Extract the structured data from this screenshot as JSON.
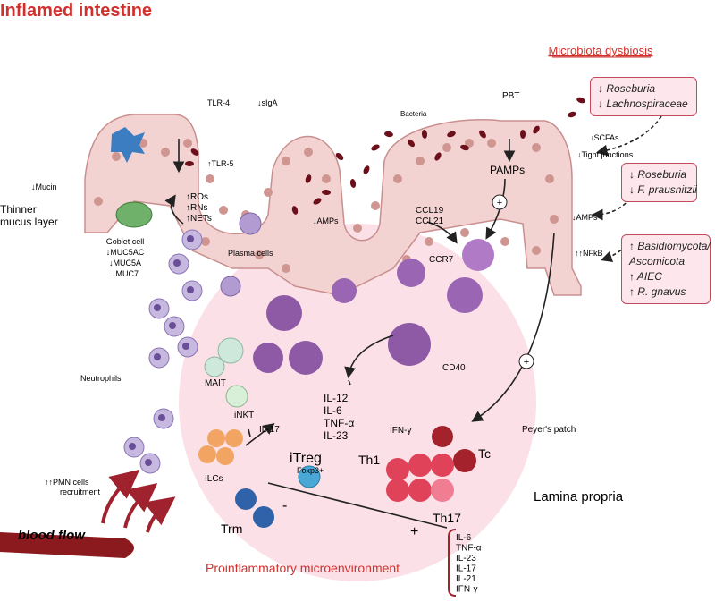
{
  "title": "Inflamed intestine",
  "microbiota_heading": "Microbiota dysbiosis",
  "dysbiosis_boxes": [
    {
      "lines": [
        "↓ Roseburia",
        "↓ Lachnospiraceae"
      ]
    },
    {
      "lines": [
        "↓ Roseburia",
        "↓ F. prausnitzii"
      ]
    },
    {
      "lines": [
        "↑ Basidiomycota/",
        "Ascomicota",
        "↑ AIEC",
        "↑ R. gnavus"
      ]
    }
  ],
  "labels": {
    "tlr4": "TLR-4",
    "siga": "↓sIgA",
    "tlr5": "↑TLR-5",
    "bacteria": "Bacteria",
    "pbt": "PBT",
    "pamps": "PAMPs",
    "scfas": "↓SCFAs",
    "tight_junctions": "↓Tight junctions",
    "amps_right": "↓AMPs",
    "nfkb": "↑↑NFkB",
    "mucin": "↓Mucin",
    "thinner_mucus": "Thinner mucus layer",
    "goblet_cell": "Goblet cell",
    "muc5ac": "↓MUC5AC",
    "muc5a": "↓MUC5A",
    "muc7": "↓MUC7",
    "ros": "↑ROs",
    "rns": "↑RNs",
    "nets": "↑NETs",
    "plasma_cells": "Plasma cells",
    "amps_center": "↓AMPs",
    "ccl19": "CCL19",
    "ccl21": "CCL21",
    "ccr7": "CCR7",
    "cd40": "CD40",
    "neutrophils": "Neutrophils",
    "mait": "MAIT",
    "inkt": "iNKT",
    "il17": "IL-17",
    "ilcs": "ILCs",
    "itreg": "iTreg",
    "foxp3": "Foxp3+",
    "trm": "Trm",
    "minus": "-",
    "plus": "+",
    "th1": "Th1",
    "tc": "Tc",
    "th17": "Th17",
    "ifng": "IFN-γ",
    "peyers_patch": "Peyer's patch",
    "lamina_propria": "Lamina propria",
    "pmn": "↑↑PMN cells recruitment",
    "blood_flow": "blood flow",
    "proinflammatory": "Proinflammatory microenvironment",
    "plus_sign": "+"
  },
  "cytokines_center": [
    "IL-12",
    "IL-6",
    "TNF-α",
    "IL-23"
  ],
  "cytokines_th17": [
    "IL-6",
    "TNF-α",
    "IL-23",
    "IL-17",
    "IL-21",
    "IFN-γ"
  ],
  "colors": {
    "title_red": "#d0312d",
    "epithelium": "#f3d3d2",
    "epithelium_edge": "#c98f8f",
    "nucleus": "#cf9590",
    "bacteria": "#6b0f1a",
    "peyers_patch": "#fbe1e7",
    "dc_purple": "#8e5aa6",
    "th_red": "#e0425a",
    "tc_red": "#a3222b",
    "trm_blue": "#2f62a8",
    "itreg_blue": "#49a8d6",
    "ilc_orange": "#f2a563",
    "blood_vessel": "#8b1a1f",
    "box_border": "#c24a5e",
    "box_fill": "#fde7ec"
  }
}
